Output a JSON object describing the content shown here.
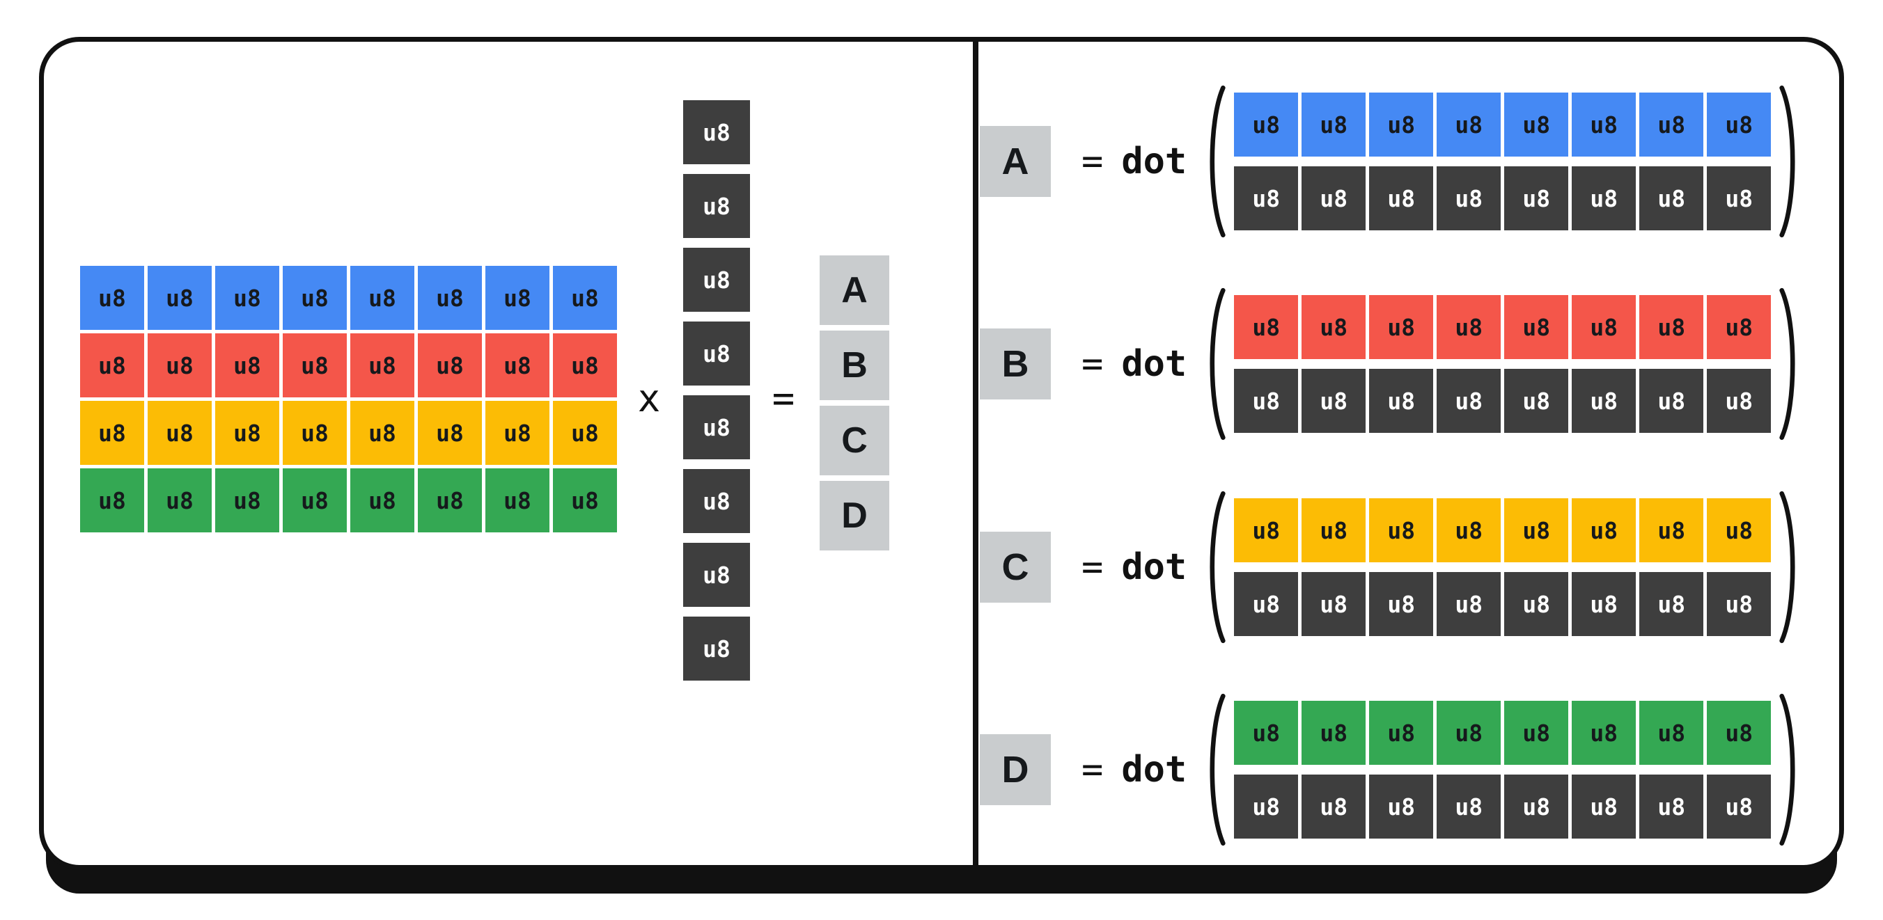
{
  "cell_label": "u8",
  "colors": {
    "blue": "#4589F4",
    "red": "#F4564A",
    "yellow": "#FCBC05",
    "green": "#34A853",
    "dark": "#3E3E3E",
    "gray": "#C9CCCE",
    "text-dark": "#16191C",
    "text-light": "#FFFFFF",
    "ink": "#111111"
  },
  "left_panel": {
    "matrix": {
      "cols": 8,
      "rows": [
        {
          "color": "blue"
        },
        {
          "color": "red"
        },
        {
          "color": "yellow"
        },
        {
          "color": "green"
        }
      ]
    },
    "multiply_sign": "x",
    "vector": {
      "cells": 8
    },
    "equals_sign": "=",
    "result_labels": [
      "A",
      "B",
      "C",
      "D"
    ]
  },
  "right_panel": {
    "groups": [
      {
        "label": "A",
        "equals": "=",
        "fn": "dot",
        "color": "blue",
        "top_cells": 8,
        "bottom_cells": 8
      },
      {
        "label": "B",
        "equals": "=",
        "fn": "dot",
        "color": "red",
        "top_cells": 8,
        "bottom_cells": 8
      },
      {
        "label": "C",
        "equals": "=",
        "fn": "dot",
        "color": "yellow",
        "top_cells": 8,
        "bottom_cells": 8
      },
      {
        "label": "D",
        "equals": "=",
        "fn": "dot",
        "color": "green",
        "top_cells": 8,
        "bottom_cells": 8
      }
    ]
  }
}
